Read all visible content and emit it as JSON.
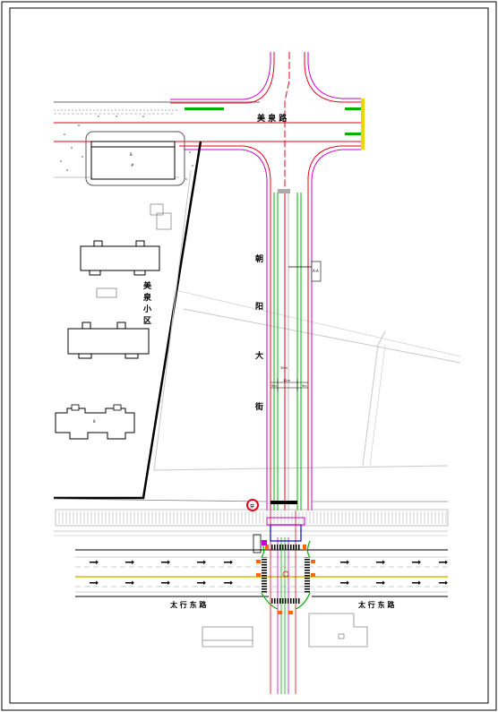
{
  "drawing": {
    "roads": {
      "north_road": "美 泉 路",
      "main_avenue": [
        "朝",
        "阳",
        "大",
        "街"
      ],
      "south_road_left": "太 行 东 路",
      "south_road_right": "太 行 东 路"
    },
    "community": [
      "美",
      "泉",
      "小",
      "区"
    ],
    "building_marks": [
      "8",
      "8",
      "8"
    ],
    "dimensions": {
      "total": "30m",
      "middle": "12m",
      "left_side": "9m",
      "right_side": "9m"
    },
    "signs": {
      "section_tag": "A-A",
      "no_entry": "禁"
    },
    "colors": {
      "road_edge": "#e8001c",
      "curb": "#cc00cc",
      "green_belt": "#00b000",
      "centerline": "#d4c000",
      "signal": "#ff6600"
    }
  }
}
